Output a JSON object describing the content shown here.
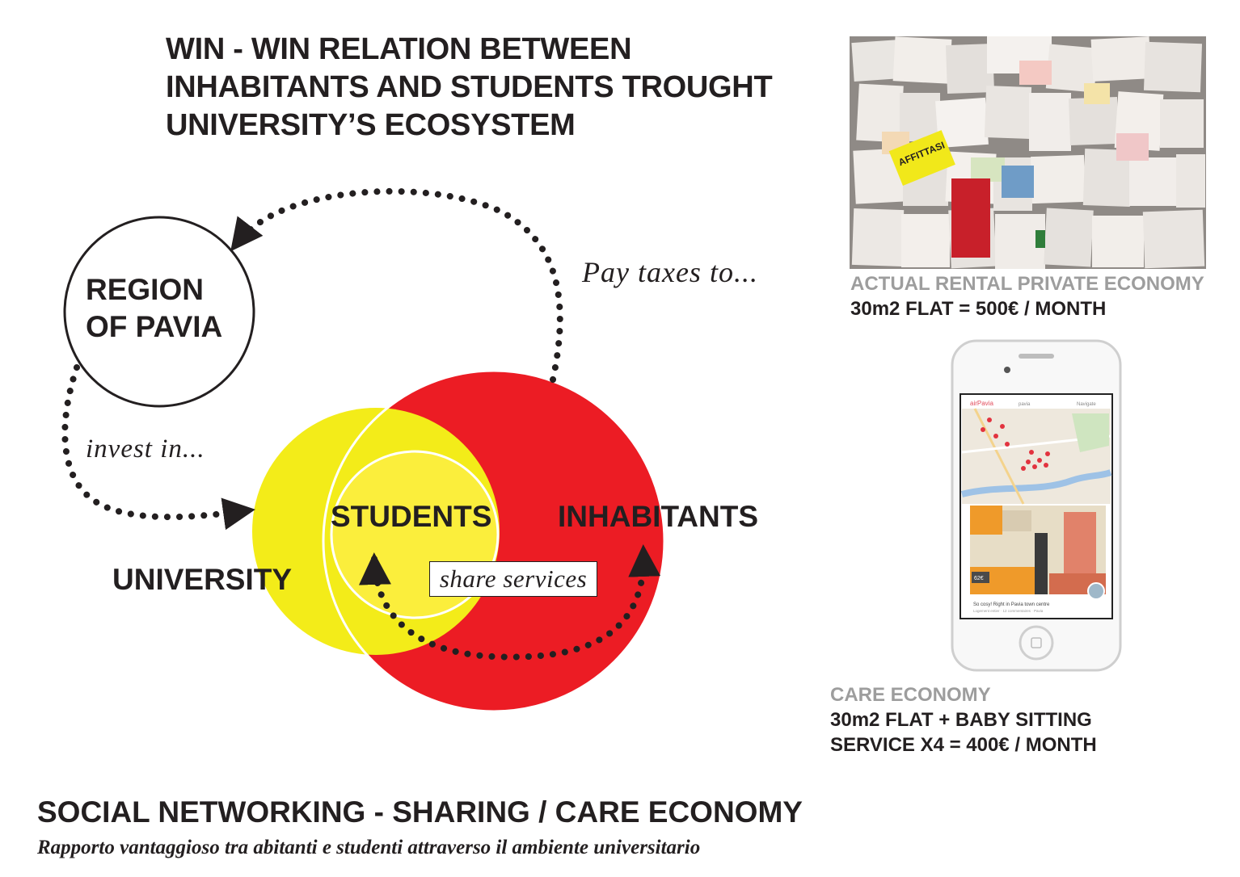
{
  "title": {
    "line1": "WIN - WIN RELATION BETWEEN",
    "line2": "INHABITANTS AND STUDENTS TROUGHT",
    "line3": "UNIVERSITY’S ECOSYSTEM"
  },
  "diagram": {
    "region_line1": "REGION",
    "region_line2": "OF PAVIA",
    "students": "STUDENTS",
    "inhabitants": "INHABITANTS",
    "university": "UNIVERSITY",
    "pay_taxes": "Pay taxes to...",
    "invest_in": "invest in...",
    "share_services": "share services",
    "colors": {
      "yellow": "#f3ec19",
      "inner_yellow": "#fbee3c",
      "red": "#ec1c24",
      "ink": "#231f20"
    }
  },
  "rental": {
    "caption_title": "ACTUAL RENTAL PRIVATE ECONOMY",
    "caption_value": "30m2 FLAT = 500€ / MONTH",
    "photo_label": "AFFITTASI"
  },
  "care": {
    "caption_title": "CARE ECONOMY",
    "caption_line1": "30m2 FLAT + BABY SITTING",
    "caption_line2": "SERVICE X4 = 400€ / MONTH",
    "app_name": "airPavia",
    "app_place": "pavia",
    "app_nav": "Navigate",
    "price_badge": "62€",
    "listing_title": "So cosy! Right in Pavia town centre",
    "listing_sub": "Logement entier · 12 commentaires · Pavia"
  },
  "footer": {
    "title": "SOCIAL NETWORKING - SHARING / CARE ECONOMY",
    "subtitle": "Rapporto vantaggioso tra abitanti e studenti attraverso il ambiente universitario"
  }
}
